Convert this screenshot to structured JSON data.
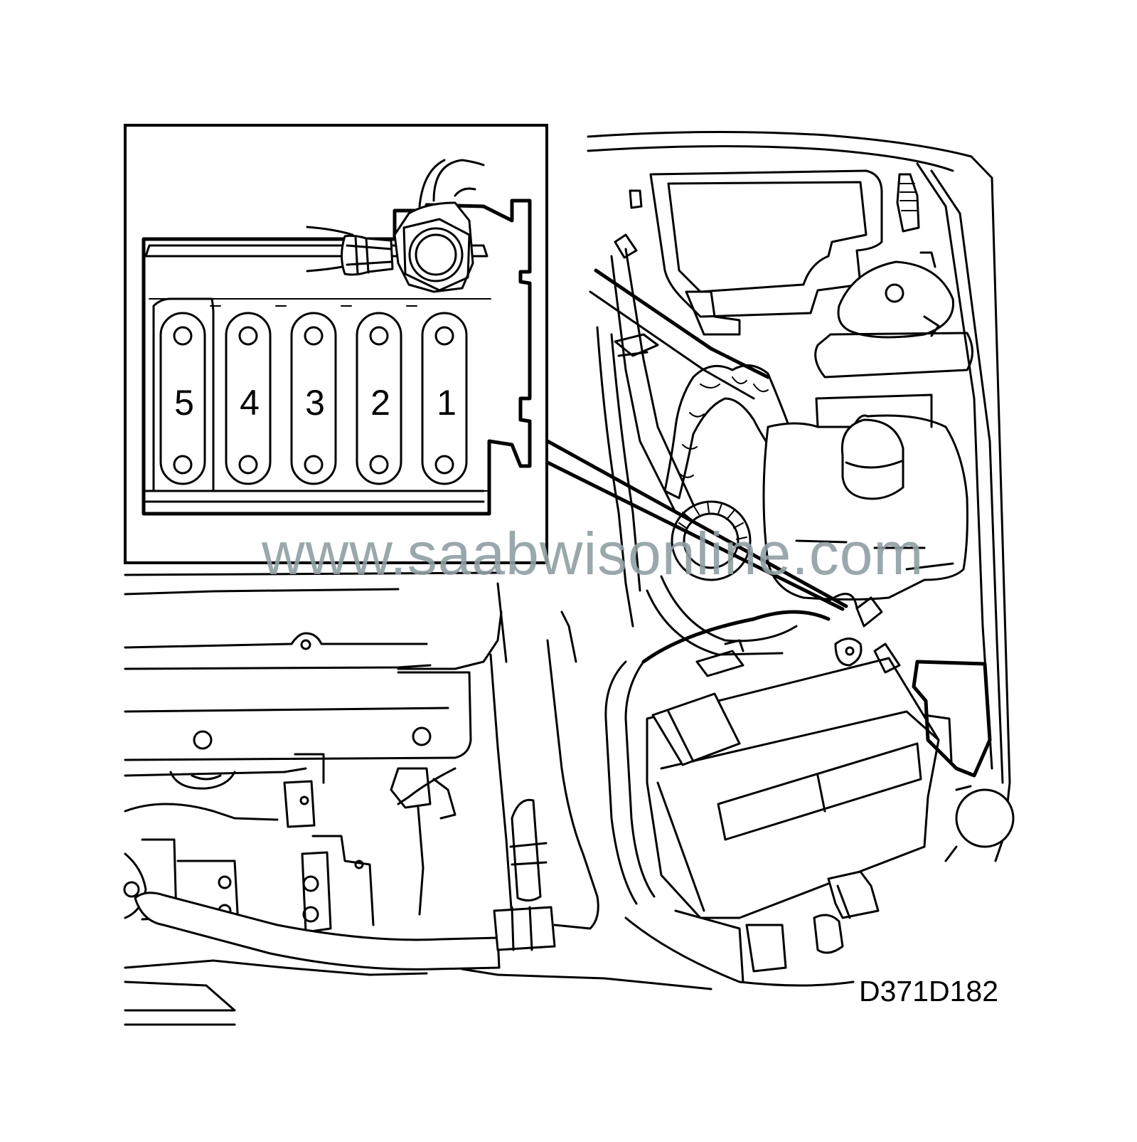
{
  "inset": {
    "fuse_numbers": [
      "5",
      "4",
      "3",
      "2",
      "1"
    ]
  },
  "watermark": "www.saabwisonline.com",
  "drawing_code": "D371D182"
}
